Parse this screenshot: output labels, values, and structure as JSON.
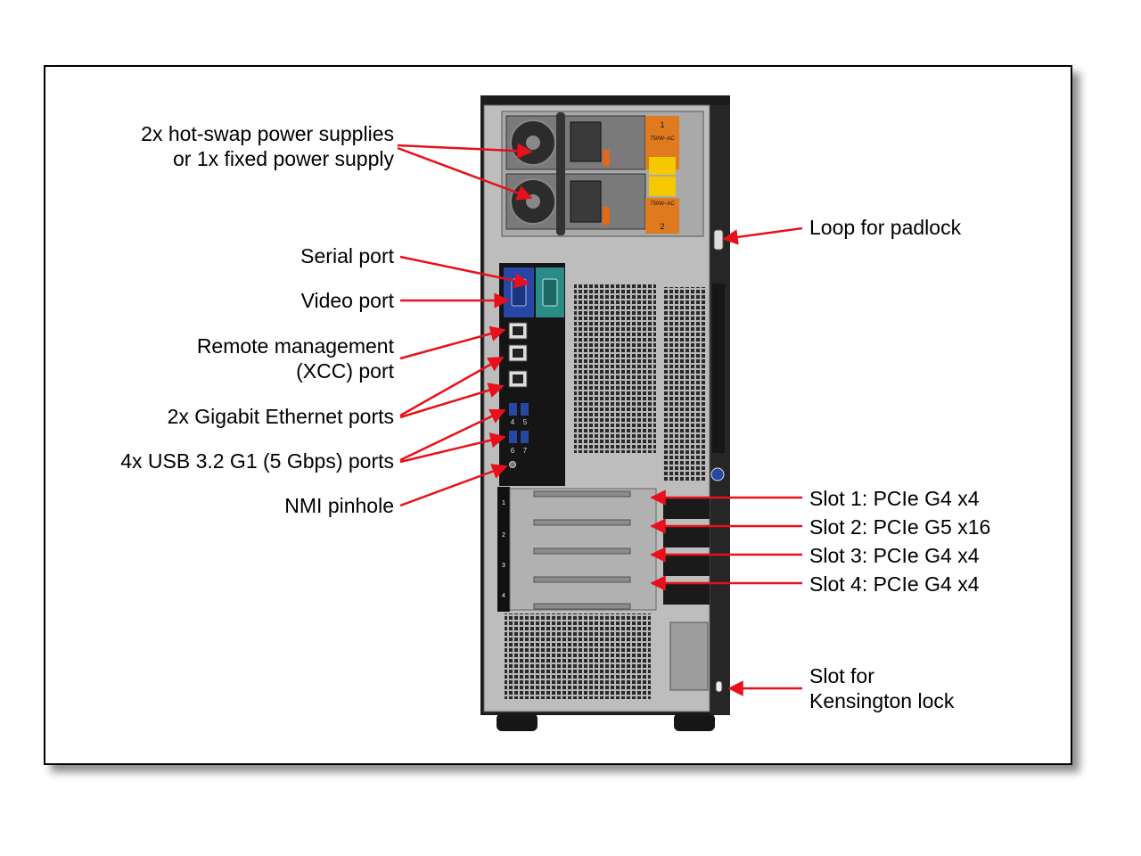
{
  "labels_left": {
    "power_line1": "2x hot-swap power supplies",
    "power_line2": "or 1x fixed power supply",
    "serial": "Serial port",
    "video": "Video port",
    "remote_line1": "Remote management",
    "remote_line2": "(XCC) port",
    "ethernet": "2x Gigabit Ethernet ports",
    "usb": "4x USB 3.2 G1 (5 Gbps) ports",
    "nmi": "NMI pinhole"
  },
  "labels_right": {
    "padlock": "Loop for padlock",
    "slot1": "Slot 1: PCIe G4 x4",
    "slot2": "Slot 2: PCIe G5 x16",
    "slot3": "Slot 3: PCIe G4 x4",
    "slot4": "Slot 4: PCIe G4 x4",
    "kensington_line1": "Slot for",
    "kensington_line2": "Kensington lock"
  },
  "device_marks": {
    "psu_bay_1": "1",
    "psu_bay_2": "2",
    "psu_rating_1": "750W~AC",
    "psu_rating_2": "750W~AC",
    "usb_nums": [
      "4",
      "5",
      "6",
      "7"
    ],
    "slot_nums": [
      "1",
      "2",
      "3",
      "4"
    ]
  },
  "colors": {
    "arrow": "#e8101a",
    "chassis": "#1c1c1c",
    "panel": "#b9b9b9",
    "vga_blue": "#2747a6",
    "serial_teal": "#2a8c86",
    "psu_label": "#e07a1f",
    "warning": "#f5c800"
  }
}
